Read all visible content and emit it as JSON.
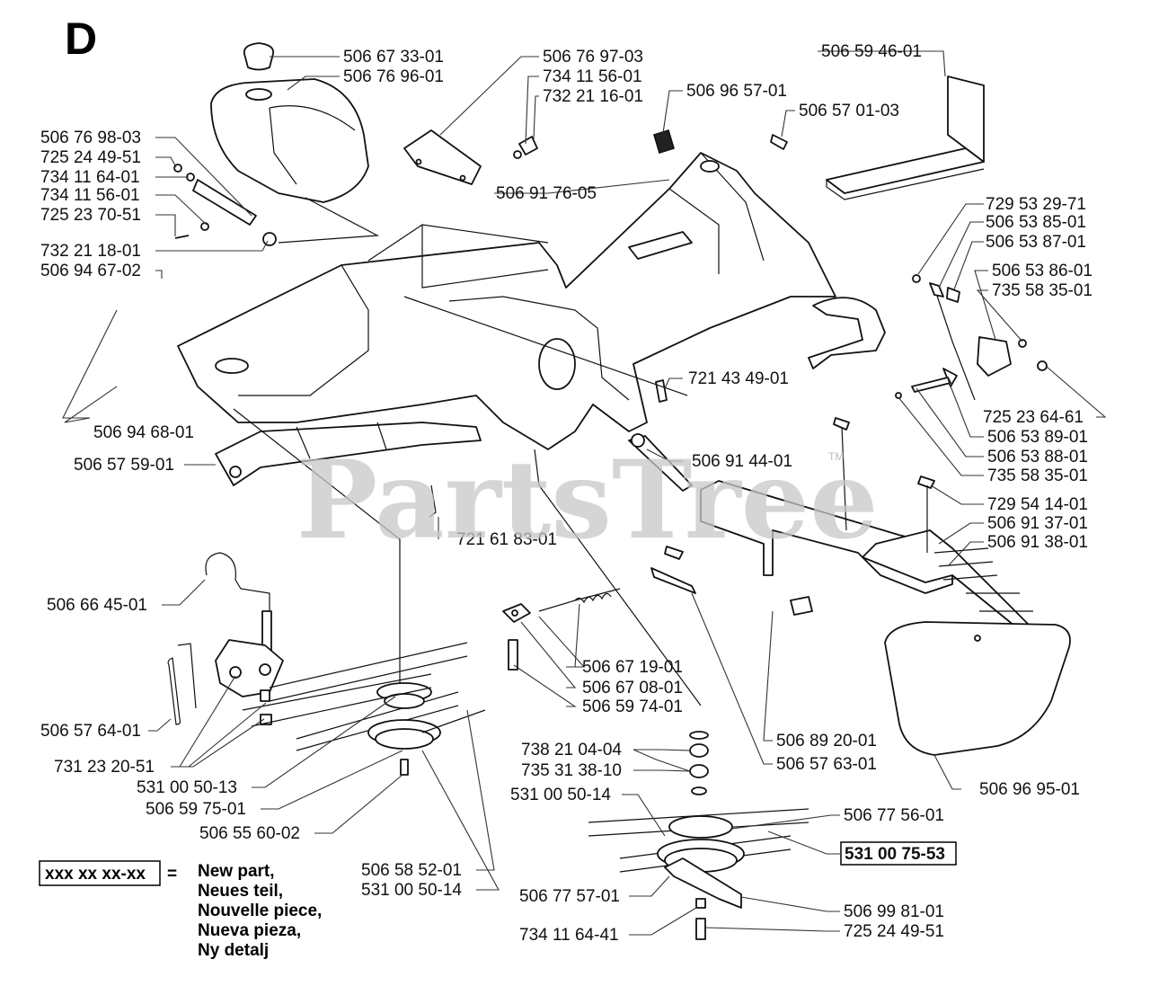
{
  "section_letter": "D",
  "watermark": "PartsTree",
  "watermark_tm": "TM",
  "part_numbers": {
    "cap": "506 67 33-01",
    "fuel_tank": "506 76 96-01",
    "bracket_top": "506 76 97-03",
    "washer_top": "734 11 56-01",
    "nut_top": "732 21 16-01",
    "clip_top": "506 96 57-01",
    "cover_top_right": "506 59 46-01",
    "bolt_top_right": "506 57 01-03",
    "strap": "506 76 98-03",
    "screw_a": "725 24 49-51",
    "washer_a": "734 11 64-01",
    "washer_b": "734 11 56-01",
    "screw_b": "725 23 70-51",
    "nut_a": "732 21 18-01",
    "hose": "506 94 67-02",
    "clamp": "506 94 68-01",
    "plate_left": "506 57 59-01",
    "frame": "506 91 76-05",
    "pin_mid": "721 43 49-01",
    "pivot_pin": "506 91 44-01",
    "cotter": "721 61 83-01",
    "screw_r1": "729 53 29-71",
    "rod": "506 53 85-01",
    "nut_r": "506 53 87-01",
    "bracket_r": "506 53 86-01",
    "washer_r": "735 58 35-01",
    "screw_r2": "725 23 64-61",
    "spring_r": "506 53 89-01",
    "bushing_r": "506 53 88-01",
    "washer_r2": "735 58 35-01",
    "screw_r3": "729 54 14-01",
    "guard": "506 91 37-01",
    "guard_inner": "506 91 38-01",
    "hook": "506 66 45-01",
    "spring": "506 67 19-01",
    "link": "506 67 08-01",
    "bolt_link": "506 59 74-01",
    "rod_left": "506 57 64-01",
    "nut_left": "731 23 20-51",
    "belt_left": "531 00 50-13",
    "pulley_left": "506 59 75-01",
    "bolt_left": "506 55 60-02",
    "belt_a": "506 58 52-01",
    "belt_b": "531 00 50-14",
    "spacer": "738 21 04-04",
    "bearing": "735 31 38-10",
    "belt_c": "531 00 50-14",
    "clip_mid": "506 89 20-01",
    "plate_mid": "506 57 63-01",
    "cover_right": "506 96 95-01",
    "pulley_right": "506 77 56-01",
    "new_pulley": "531 00 75-53",
    "bracket_bottom": "506 77 57-01",
    "washer_bottom": "734 11 64-41",
    "arm_bottom": "506 99 81-01",
    "screw_bottom": "725 24 49-51"
  },
  "legend": {
    "box_label": "xxx xx xx-xx",
    "equals": "=",
    "lines": [
      "New part,",
      "Neues teil,",
      "Nouvelle piece,",
      "Nueva pieza,",
      "Ny detalj"
    ]
  }
}
